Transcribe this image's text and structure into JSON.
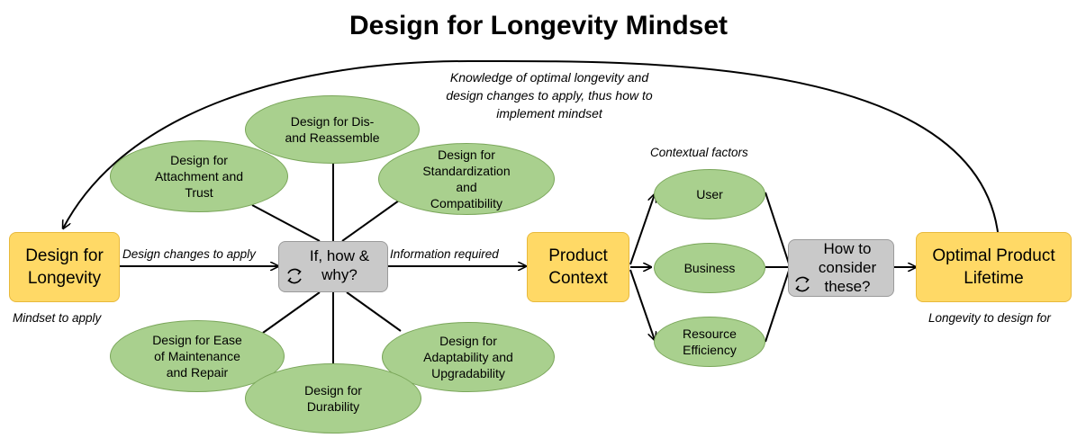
{
  "title": "Design for Longevity Mindset",
  "nodes": {
    "design_for_longevity": "Design for\nLongevity",
    "product_context": "Product\nContext",
    "optimal_product_lifetime": "Optimal Product\nLifetime",
    "if_how_why": "If, how &\nwhy?",
    "how_to_consider": "How to\nconsider\nthese?"
  },
  "design_strategies": {
    "dis_reassemble": "Design for Dis-\nand Reassemble",
    "attachment_trust": "Design for\nAttachment and\nTrust",
    "standardization": "Design for\nStandardization\nand\nCompatibility",
    "maintenance_repair": "Design for Ease\nof Maintenance\nand Repair",
    "adaptability": "Design for\nAdaptability and\nUpgradability",
    "durability": "Design for\nDurability"
  },
  "contextual_factors": {
    "heading": "Contextual factors",
    "user": "User",
    "business": "Business",
    "resource_efficiency": "Resource\nEfficiency"
  },
  "labels": {
    "knowledge_feedback": "Knowledge of optimal longevity and\ndesign changes to apply, thus how to\nimplement mindset",
    "design_changes": "Design changes to apply",
    "information_required": "Information required",
    "mindset_to_apply": "Mindset to apply",
    "longevity_to_design_for": "Longevity to design for"
  },
  "colors": {
    "ellipse_fill": "#a9d08e",
    "box_fill": "#ffd966",
    "grey_fill": "#c9c9c9"
  }
}
